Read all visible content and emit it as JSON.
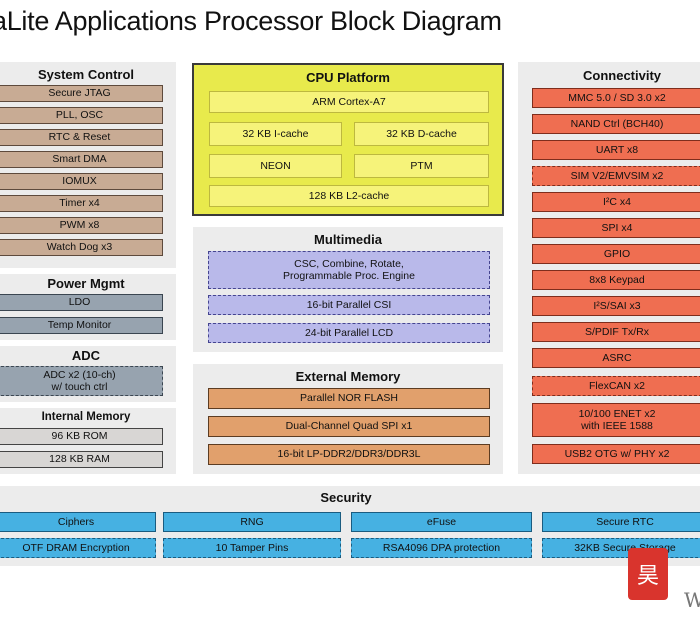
{
  "title": "aLite Applications Processor Block Diagram",
  "system_control": {
    "title": "System Control",
    "items": [
      "Secure JTAG",
      "PLL, OSC",
      "RTC & Reset",
      "Smart DMA",
      "IOMUX",
      "Timer x4",
      "PWM x8",
      "Watch Dog x3"
    ]
  },
  "power": {
    "title": "Power Mgmt",
    "items": [
      "LDO",
      "Temp Monitor"
    ]
  },
  "adc": {
    "title": "ADC",
    "item_line1": "ADC x2 (10-ch)",
    "item_line2": "w/ touch ctrl"
  },
  "internal_memory": {
    "title": "Internal Memory",
    "items": [
      "96 KB ROM",
      "128 KB RAM"
    ]
  },
  "cpu": {
    "title": "CPU  Platform",
    "core": "ARM Cortex-A7",
    "icache": "32 KB I-cache",
    "dcache": "32 KB D-cache",
    "neon": "NEON",
    "ptm": "PTM",
    "l2": "128 KB L2-cache"
  },
  "multimedia": {
    "title": "Multimedia",
    "pxp_line1": "CSC, Combine, Rotate,",
    "pxp_line2": "Programmable Proc. Engine",
    "csi": "16-bit Parallel CSI",
    "lcd": "24-bit Parallel LCD"
  },
  "external_memory": {
    "title": "External Memory",
    "items": [
      "Parallel NOR FLASH",
      "Dual-Channel Quad SPI  x1",
      "16-bit LP-DDR2/DDR3/DDR3L"
    ]
  },
  "connectivity": {
    "title": "Connectivity",
    "items": [
      "MMC 5.0 / SD 3.0 x2",
      "NAND Ctrl (BCH40)",
      "UART x8",
      "SIM V2/EMVSIM x2",
      "I²C x4",
      "SPI  x4",
      "GPIO",
      "8x8 Keypad",
      "I²S/SAI x3",
      "S/PDIF Tx/Rx",
      "ASRC",
      "FlexCAN x2"
    ],
    "enet_line1": "10/100 ENET x2",
    "enet_line2": "with IEEE 1588",
    "usb": "USB2 OTG w/ PHY x2"
  },
  "security": {
    "title": "Security",
    "row1": [
      "Ciphers",
      "RNG",
      "eFuse",
      "Secure RTC"
    ],
    "row2": [
      "OTF DRAM Encryption",
      "10 Tamper Pins",
      "RSA4096 DPA protection",
      "32KB Secure Storage"
    ]
  },
  "watermark": {
    "stamp": "昊",
    "letter": "W"
  }
}
